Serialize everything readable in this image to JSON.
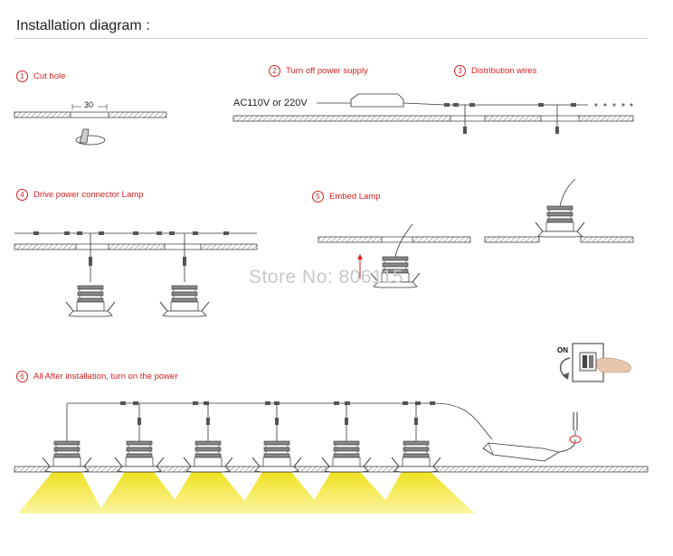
{
  "title": "Installation diagram :",
  "steps": {
    "s1": {
      "num": "1",
      "label": "Cut  hole"
    },
    "s2": {
      "num": "2",
      "label": "Turn off power supply"
    },
    "s3": {
      "num": "3",
      "label": "Distribution wires"
    },
    "s4": {
      "num": "4",
      "label": "Drive power connector Lamp"
    },
    "s5": {
      "num": "5",
      "label": "Embed Lamp"
    },
    "s6": {
      "num": "6",
      "label": "All After installation, turn on the power"
    }
  },
  "hole_size": "30",
  "voltage": "AC110V or 220V",
  "switch_label": "ON",
  "watermark": "Store No: 806115",
  "colors": {
    "accent": "#d42020",
    "light": "#f3e640",
    "line": "#333333"
  }
}
